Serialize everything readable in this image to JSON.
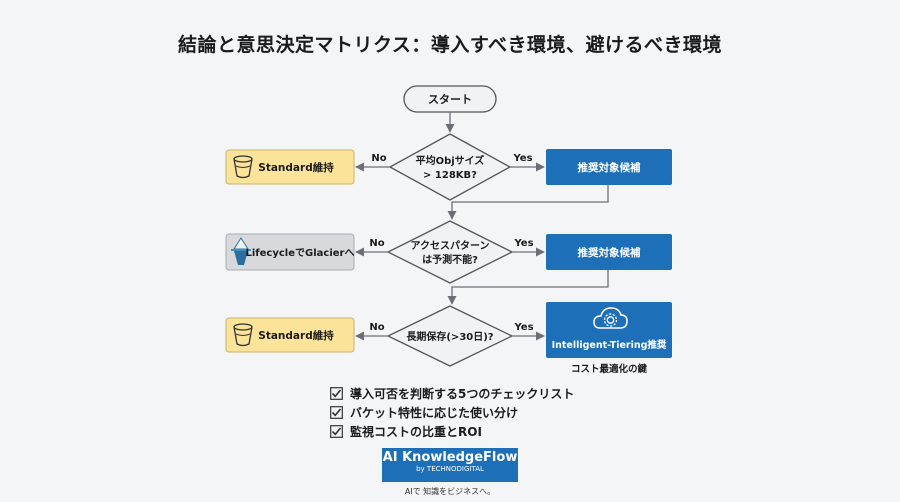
{
  "title": "結論と意思決定マトリクス：導入すべき環境、避けるべき環境",
  "flow": {
    "start": "スタート",
    "decision1": [
      "平均Objサイズ",
      "> 128KB?"
    ],
    "decision2": [
      "アクセスパターン",
      "は予測不能?"
    ],
    "decision3": [
      "長期保存(>30日)?"
    ],
    "no_label": "No",
    "yes_label": "Yes",
    "left1": "Standard維持",
    "left2": "LifecycleでGlacierへ",
    "left3": "Standard維持",
    "right1": "推奨対象候補",
    "right2": "推奨対象候補",
    "right3": "Intelligent-Tiering推奨",
    "right3_caption": "コスト最適化の鍵"
  },
  "icons": {
    "bucket": "bucket-icon",
    "iceberg": "iceberg-icon",
    "cloud_gear": "cloud-gear-icon",
    "check": "checkbox-icon"
  },
  "colors": {
    "yellow_box": "#fbe49a",
    "gray_box": "#d7d9dd",
    "blue_box": "#1d6fb8",
    "line": "#6b6f75"
  },
  "checklist": [
    "導入可否を判断する5つのチェックリスト",
    "バケット特性に応じた使い分け",
    "監視コストの比重とROI"
  ],
  "brand": {
    "name": "AI KnowledgeFlow",
    "sub": "by TECHNODIGITAL",
    "tagline": "AIで 知識をビジネスへ。"
  }
}
